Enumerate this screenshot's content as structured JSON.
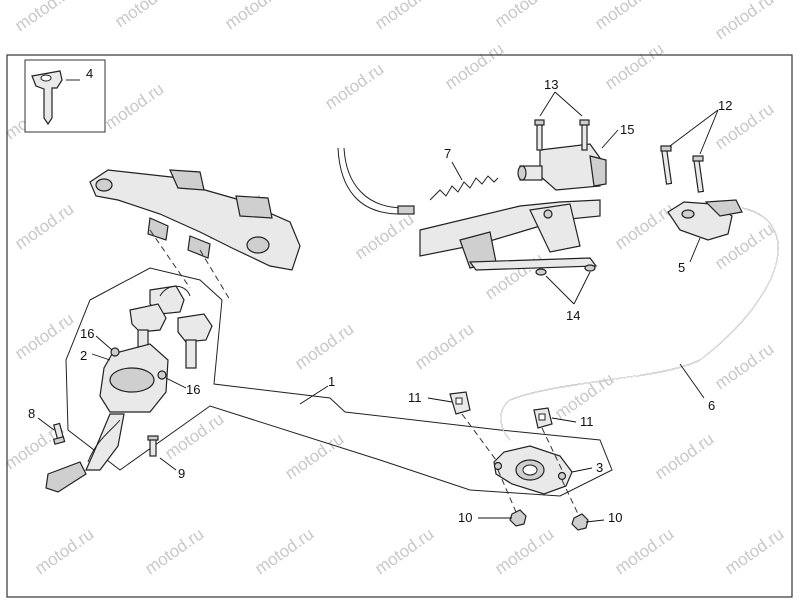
{
  "watermark": "motod.ru",
  "callouts": {
    "c1": "1",
    "c2": "2",
    "c3": "3",
    "c4": "4",
    "c5": "5",
    "c6": "6",
    "c7": "7",
    "c8": "8",
    "c9": "9",
    "c10a": "10",
    "c10b": "10",
    "c11a": "11",
    "c11b": "11",
    "c12": "12",
    "c13": "13",
    "c14": "14",
    "c15": "15",
    "c16a": "16",
    "c16b": "16"
  }
}
